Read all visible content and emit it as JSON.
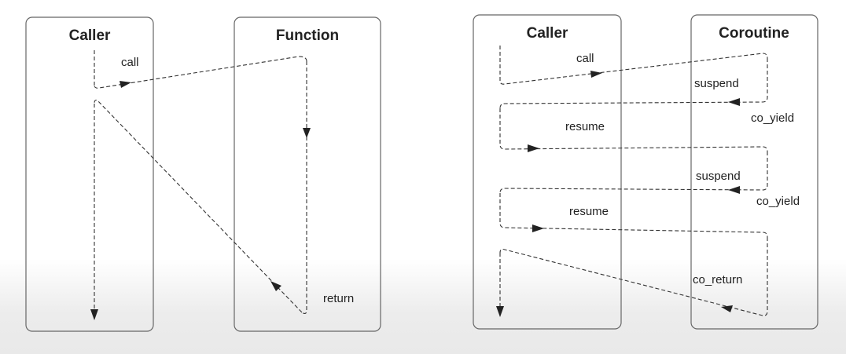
{
  "left_diagram": {
    "caller_title": "Caller",
    "function_title": "Function",
    "call_label": "call",
    "return_label": "return"
  },
  "right_diagram": {
    "caller_title": "Caller",
    "coroutine_title": "Coroutine",
    "call_label": "call",
    "suspend_label_1": "suspend",
    "co_yield_label_1": "co_yield",
    "resume_label_1": "resume",
    "suspend_label_2": "suspend",
    "co_yield_label_2": "co_yield",
    "resume_label_2": "resume",
    "co_return_label": "co_return"
  }
}
